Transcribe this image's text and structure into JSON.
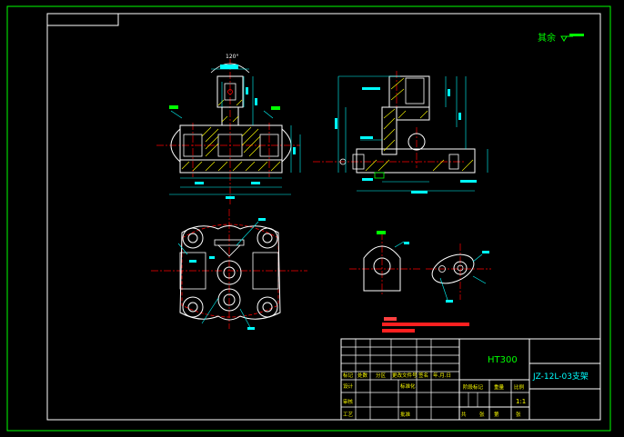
{
  "window": {
    "title": ""
  },
  "title_block": {
    "material": "HT300",
    "part_name": "JZ-12L-03支架",
    "scale": "1:1",
    "cells": {
      "mark": "标记",
      "count": "处数",
      "zone": "分区",
      "change_doc": "更改文件号",
      "sign": "签名",
      "date": "年.月.日",
      "design": "设计",
      "standardize": "标准化",
      "stage_mark": "阶段标记",
      "weight": "重量",
      "scale_label": "比例",
      "review": "审核",
      "process": "工艺",
      "approve": "批准",
      "sheets": "共",
      "sheet_of": "张",
      "sheet_no": "第",
      "sheet_unit": "张"
    }
  },
  "roughness_note": "其余",
  "view_labels": {
    "section_angle": "120°"
  },
  "colors": {
    "background": "#000000",
    "border": "#00ff00",
    "outline": "#ffffff",
    "dimension": "#00ffff",
    "centerline": "#ff0000",
    "hatch": "#ffff00",
    "title_text": "#00ff00",
    "tech_text": "#ff0000"
  }
}
